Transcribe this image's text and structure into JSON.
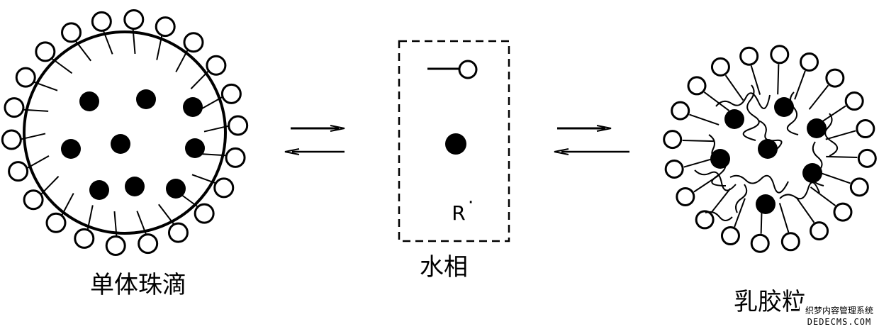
{
  "labels": {
    "monomer_droplet": "单体珠滴",
    "aqueous_phase": "水相",
    "radical": "R",
    "radical_dot": "·",
    "latex_particle": "乳胶粒"
  },
  "watermark": {
    "line1": "织梦内容管理系统",
    "line2": "DEDECMS.COM"
  },
  "colors": {
    "ink": "#000000",
    "background": "#ffffff"
  }
}
